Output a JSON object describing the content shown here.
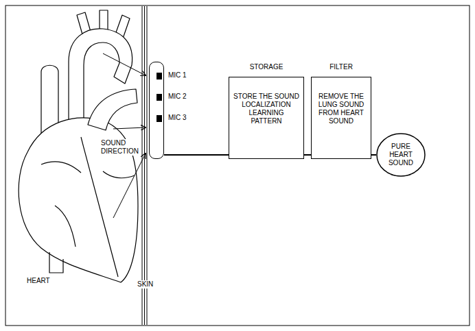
{
  "diagram": {
    "nodes": [
      {
        "text": [
          "MIC 1",
          "MIC 2",
          "MIC 3"
        ]
      },
      {
        "text": [
          "STORAGE",
          "STORE THE SOUND LOCALIZATION LEARNING PATTERN"
        ]
      },
      {
        "text": [
          "FILTER",
          "REMOVE THE LUNG SOUND FROM HEART SOUND"
        ]
      },
      {
        "text": [
          "PURE HEART SOUND"
        ]
      }
    ],
    "edges": [
      {
        "from": 0,
        "to": 1,
        "arrow": "none"
      },
      {
        "from": 1,
        "to": 2,
        "arrow": "none"
      },
      {
        "from": 2,
        "to": 3,
        "arrow": "none"
      }
    ],
    "labels": [
      "SOUND DIRECTION",
      "HEART",
      "SKIN"
    ]
  }
}
